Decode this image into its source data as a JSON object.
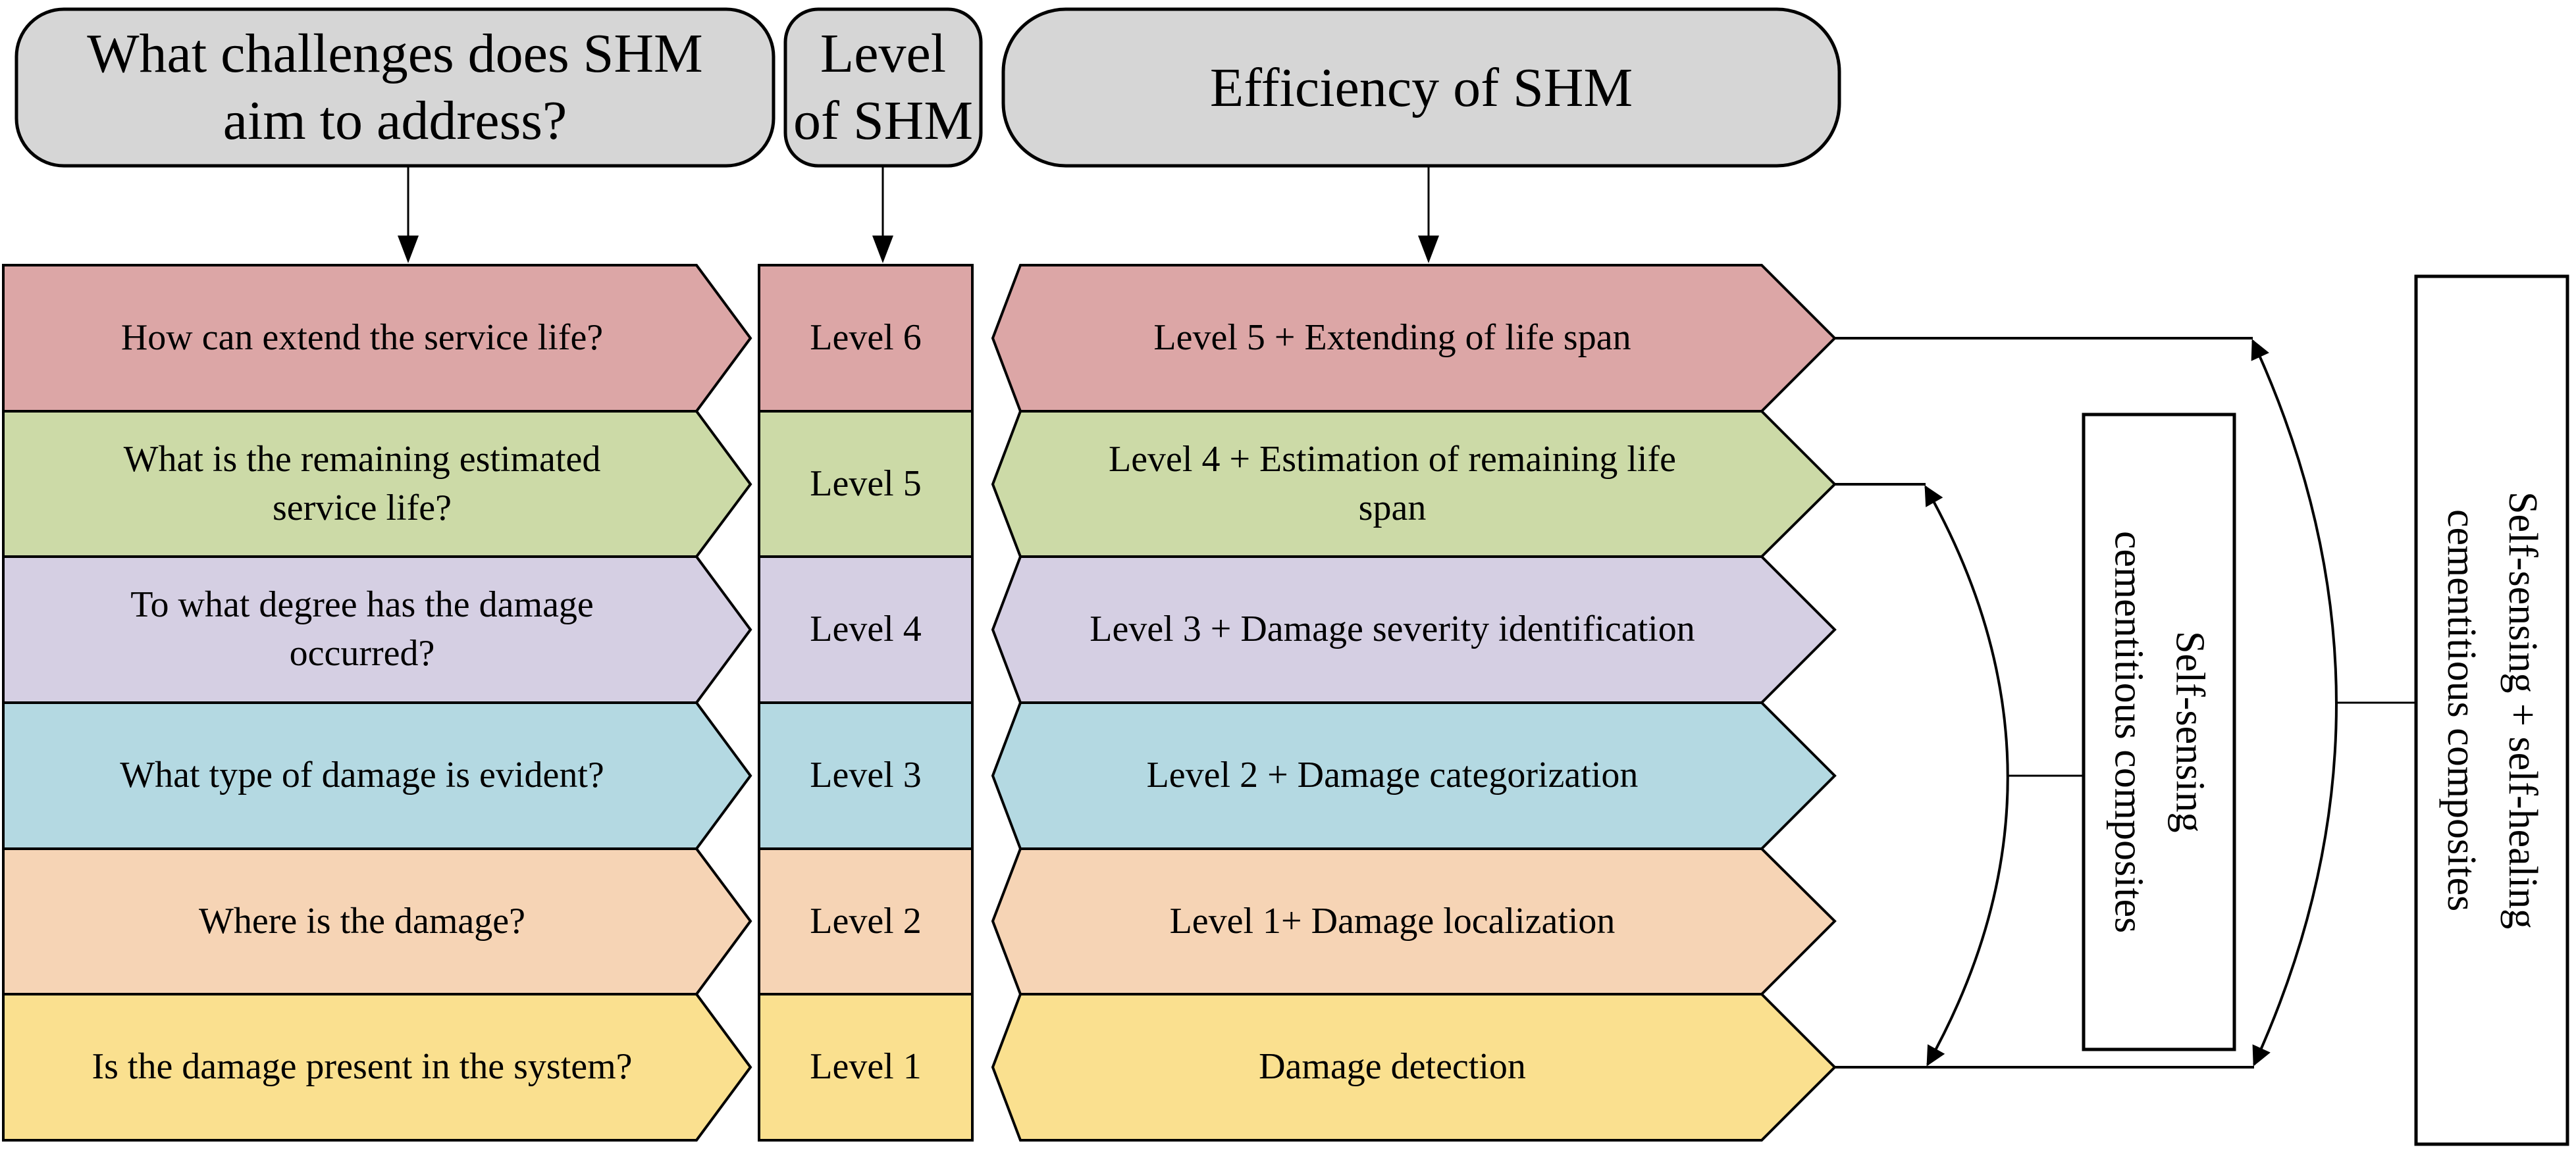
{
  "headers": {
    "fill": "#d6d6d6",
    "challenges": {
      "lines": [
        "What challenges does SHM",
        "aim to address?"
      ]
    },
    "level": {
      "lines": [
        "Level",
        "of SHM"
      ]
    },
    "efficiency": {
      "label": "Efficiency of SHM"
    }
  },
  "rows": [
    {
      "color": "#dca6a6",
      "question": [
        "How can extend the service life?"
      ],
      "level": "Level 6",
      "efficiency": [
        "Level 5 + Extending of life span"
      ]
    },
    {
      "color": "#ccdaa7",
      "question": [
        "What is the remaining estimated",
        "service life?"
      ],
      "level": "Level 5",
      "efficiency": [
        "Level 4 + Estimation of remaining life",
        "span"
      ]
    },
    {
      "color": "#d5cfe3",
      "question": [
        "To what degree has the damage",
        "occurred?"
      ],
      "level": "Level 4",
      "efficiency": [
        "Level 3 + Damage severity identification"
      ]
    },
    {
      "color": "#b4d9e2",
      "question": [
        "What type of damage is evident?"
      ],
      "level": "Level 3",
      "efficiency": [
        "Level 2 + Damage categorization"
      ]
    },
    {
      "color": "#f6d4b5",
      "question": [
        "Where is the damage?"
      ],
      "level": "Level 2",
      "efficiency": [
        "Level 1+ Damage localization"
      ]
    },
    {
      "color": "#fae08f",
      "question": [
        "Is the damage present in the system?"
      ],
      "level": "Level 1",
      "efficiency": [
        "Damage detection"
      ]
    }
  ],
  "side_boxes": {
    "self_sensing": {
      "lines": [
        "Self-sensing",
        "cementitious composites"
      ]
    },
    "self_sensing_healing": {
      "lines": [
        "Self-sensing + self-healing",
        "cementitious composites"
      ]
    }
  }
}
